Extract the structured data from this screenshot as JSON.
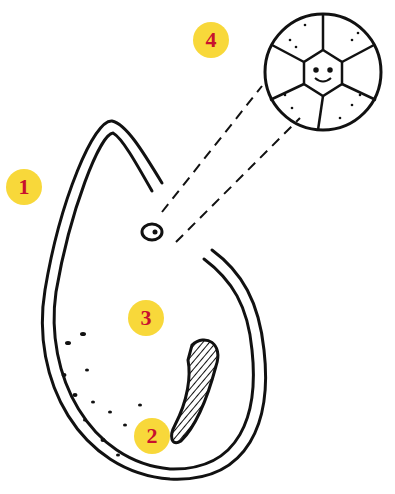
{
  "diagram": {
    "labels": [
      "4",
      "1",
      "3",
      "2"
    ]
  }
}
